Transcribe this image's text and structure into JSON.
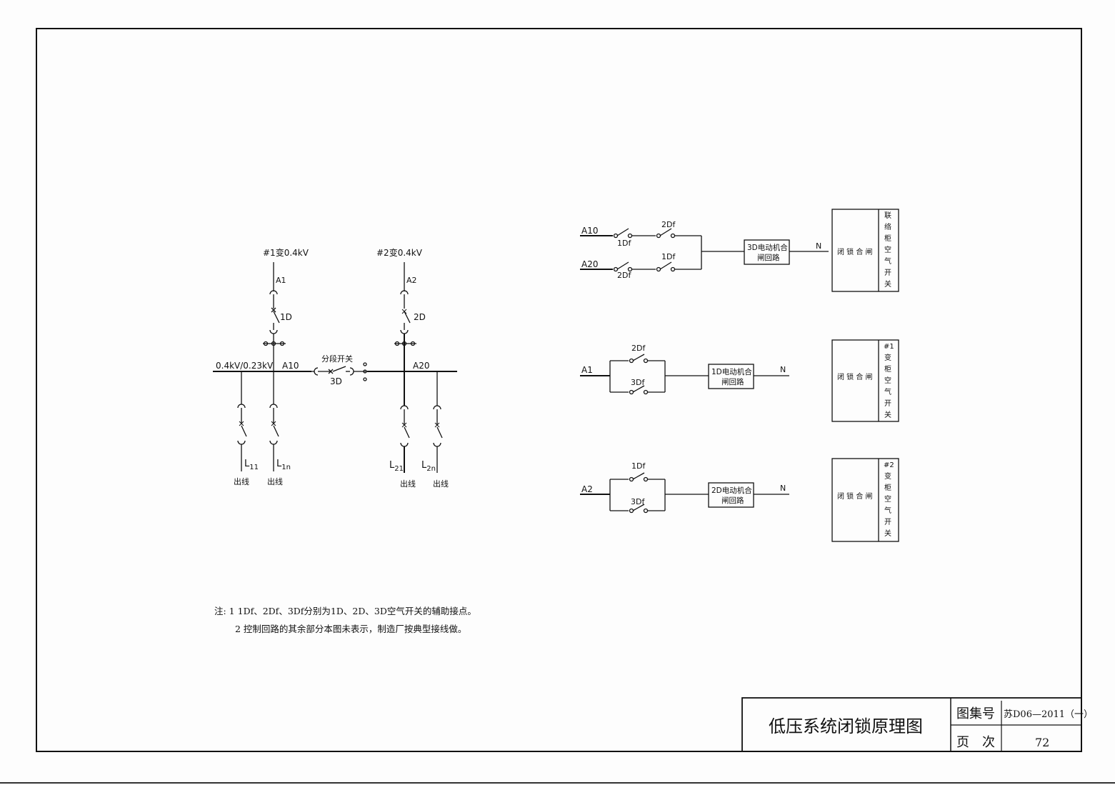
{
  "drawing": {
    "title": "低压系统闭锁原理图",
    "atlas_label": "图集号",
    "atlas_no": "苏D06—2011（一）",
    "page_label": "页　次",
    "page_no": "72"
  },
  "single_line": {
    "source1": "#1变0.4kV",
    "source2": "#2变0.4kV",
    "a1": "A1",
    "a2": "A2",
    "d1": "1D",
    "d2": "2D",
    "bus_voltage": "0.4kV/0.23kV",
    "bus1": "A10",
    "bus2": "A20",
    "tie_label": "分段开关",
    "d3": "3D",
    "feeders": [
      {
        "name": "L",
        "sub": "11",
        "label": "出线"
      },
      {
        "name": "L",
        "sub": "1n",
        "label": "出线"
      },
      {
        "name": "L",
        "sub": "21",
        "label": "出线"
      },
      {
        "name": "L",
        "sub": "2n",
        "label": "出线"
      }
    ]
  },
  "control": {
    "c1": {
      "in_a": "A10",
      "in_b": "A20",
      "k1": "1Df",
      "k2": "2Df",
      "k3": "2Df",
      "k4": "1Df",
      "box": [
        "3D电动机合",
        "闸回路"
      ],
      "n": "N",
      "lock": "闭 锁 合 闸",
      "side": [
        "联",
        "络",
        "柜",
        "空",
        "气",
        "开",
        "关"
      ]
    },
    "c2": {
      "in": "A1",
      "k1": "2Df",
      "k2": "3Df",
      "box": [
        "1D电动机合",
        "闸回路"
      ],
      "n": "N",
      "lock": "闭 锁 合 闸",
      "side": [
        "#1",
        "变",
        "柜",
        "空",
        "气",
        "开",
        "关"
      ]
    },
    "c3": {
      "in": "A2",
      "k1": "1Df",
      "k2": "3Df",
      "box": [
        "2D电动机合",
        "闸回路"
      ],
      "n": "N",
      "lock": "闭 锁 合 闸",
      "side": [
        "#2",
        "变",
        "柜",
        "空",
        "气",
        "开",
        "关"
      ]
    }
  },
  "notes": {
    "line1": "注:  1  1Df、2Df、3Df分别为1D、2D、3D空气开关的辅助接点。",
    "line2": "2  控制回路的其余部分本图未表示，制造厂按典型接线做。"
  }
}
